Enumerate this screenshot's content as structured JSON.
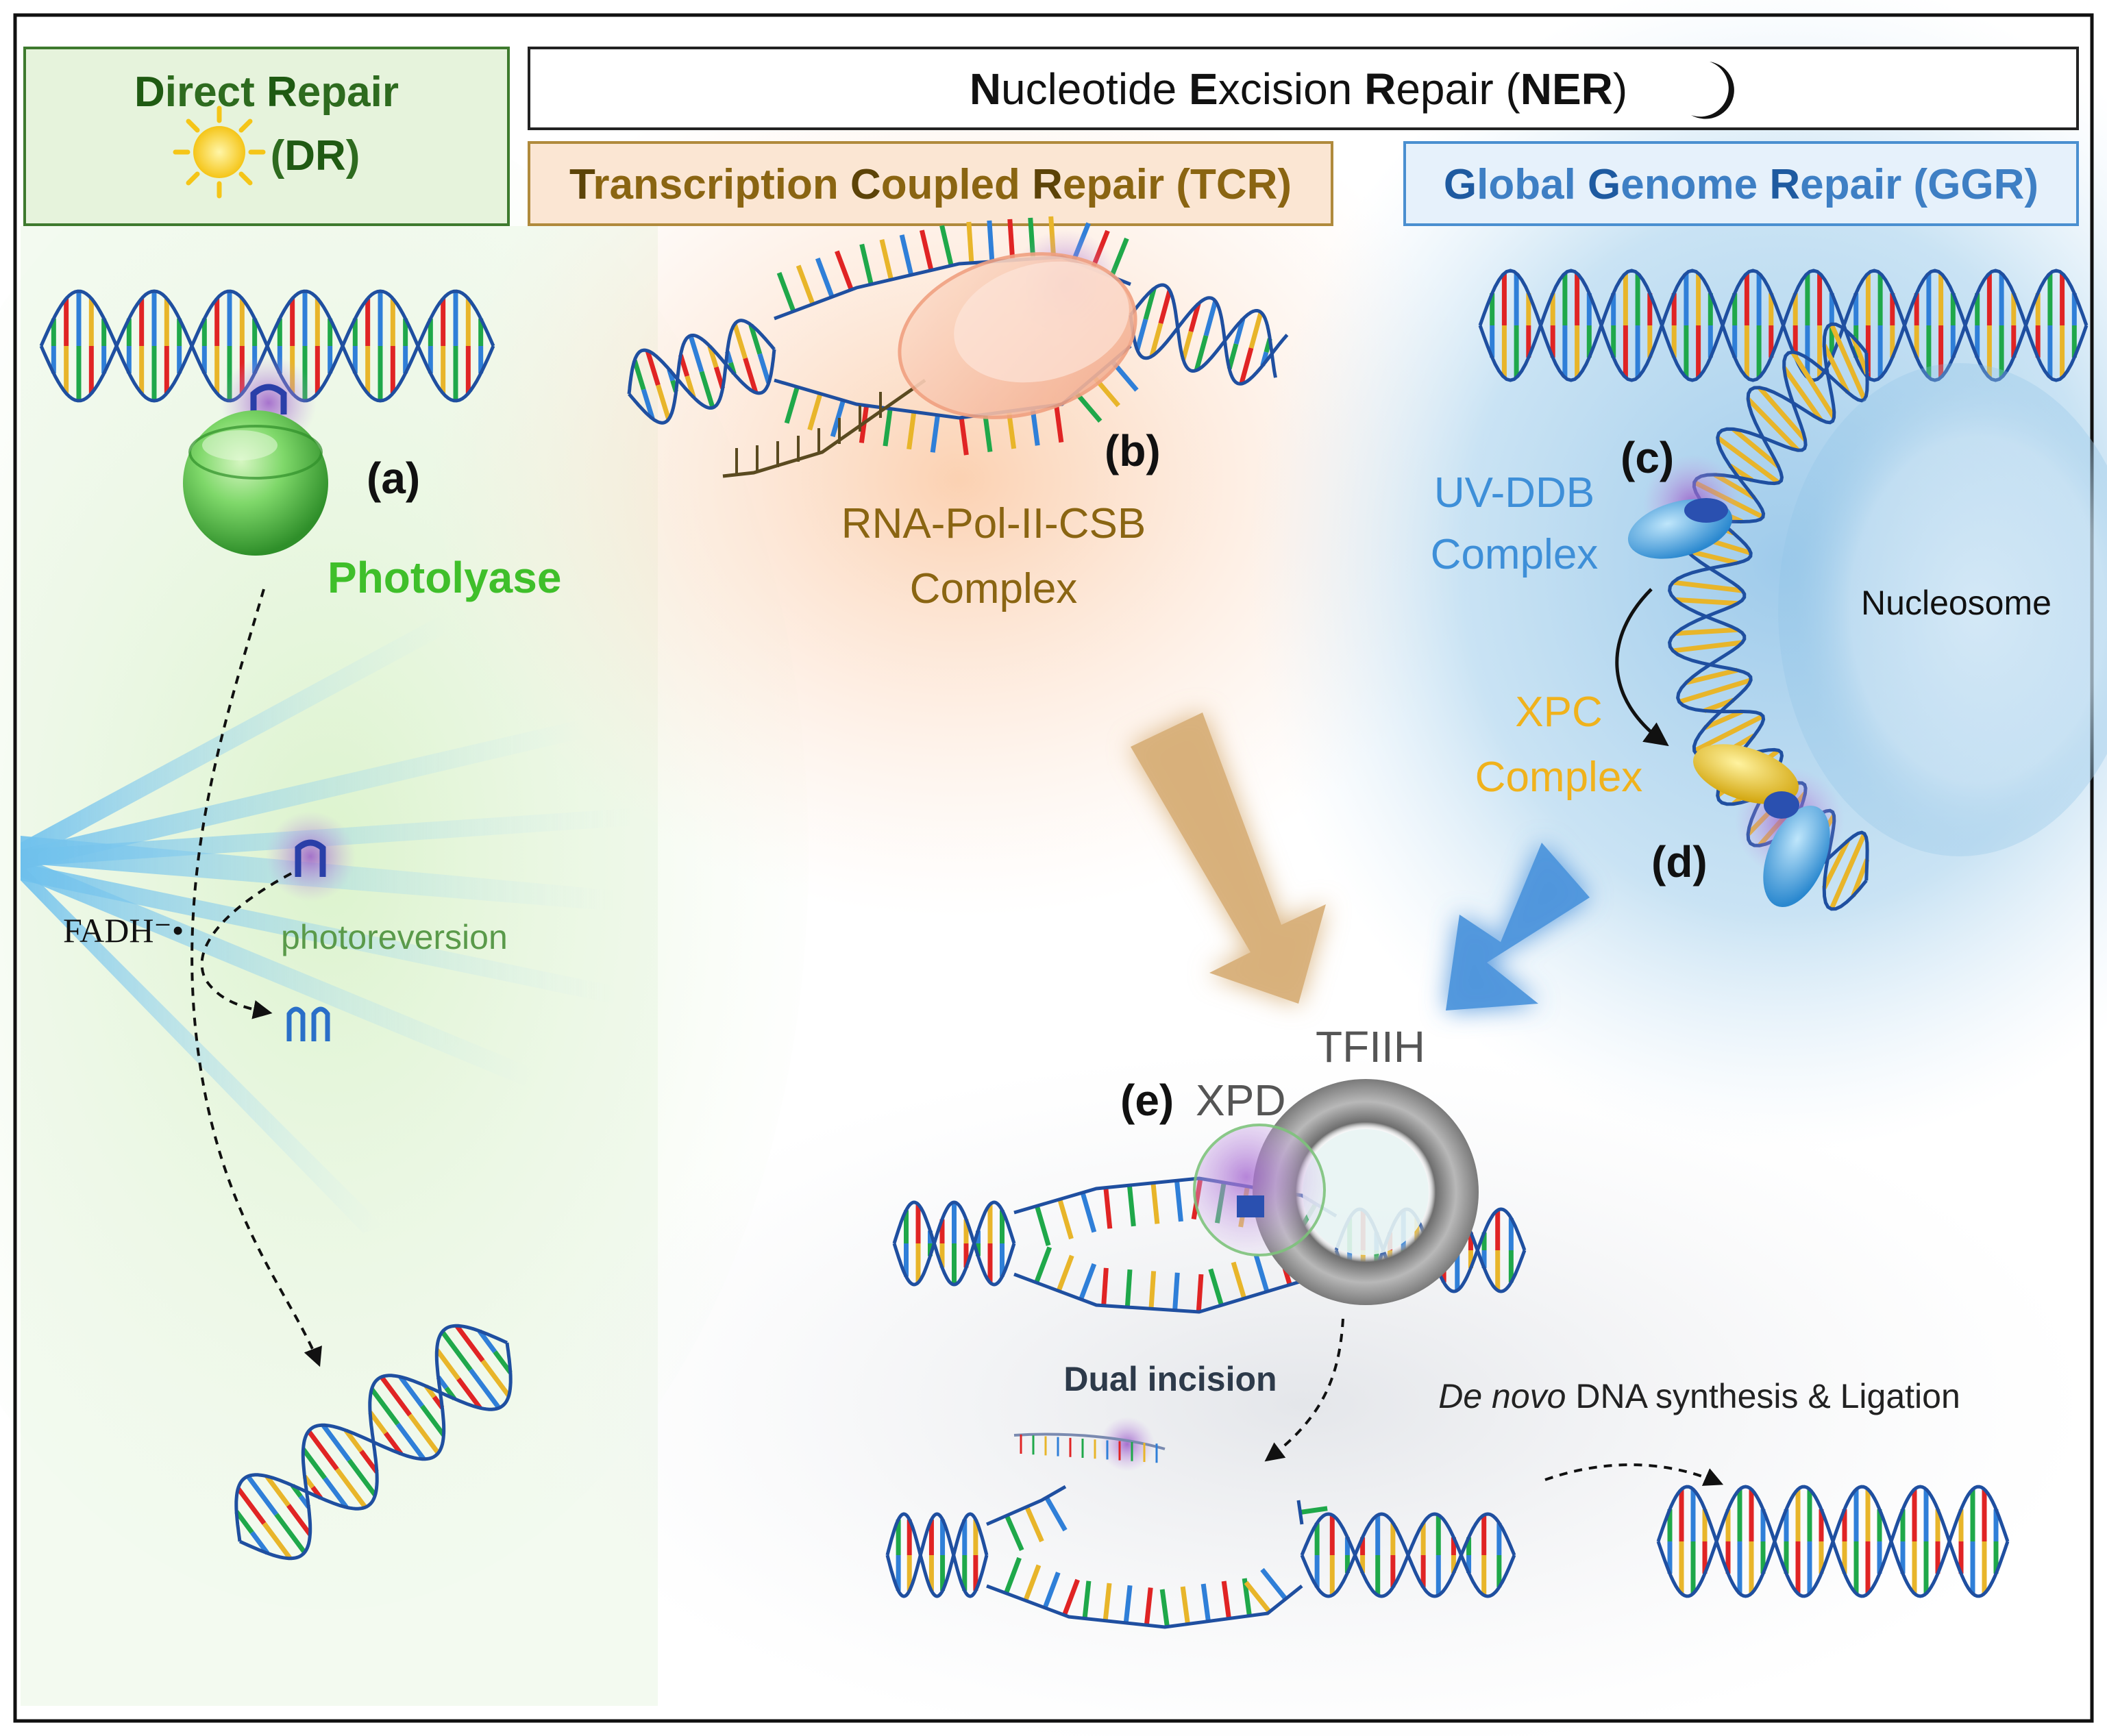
{
  "headers": {
    "dr": {
      "line1": [
        "D",
        "irect ",
        "R",
        "epair"
      ],
      "line2": [
        "(",
        "DR",
        ")"
      ]
    },
    "ner": [
      "N",
      "ucleotide ",
      "E",
      "xcision ",
      "R",
      "epair (",
      "NER",
      ")"
    ],
    "tcr": [
      "T",
      "ranscription ",
      "C",
      "oupled ",
      "R",
      "epair (",
      "TCR",
      ")"
    ],
    "ggr": [
      "G",
      "lobal ",
      "G",
      "enome ",
      "R",
      "epair (",
      "GGR",
      ")"
    ]
  },
  "labels": {
    "a": "(a)",
    "b": "(b)",
    "c": "(c)",
    "d": "(d)",
    "e": "(e)",
    "photolyase": "Photolyase",
    "fadh": "FADH⁻•",
    "photoreversion": "photoreversion",
    "rnapol_line1": "RNA-Pol-II-CSB",
    "rnapol_line2": "Complex",
    "uvddb_line1": "UV-DDB",
    "uvddb_line2": "Complex",
    "nucleosome": "Nucleosome",
    "xpc_line1": "XPC",
    "xpc_line2": "Complex",
    "tfiih": "TFIIH",
    "xpd": "XPD",
    "dual_incision": "Dual incision",
    "denovo_italic": "De novo",
    "denovo_rest": " DNA synthesis & Ligation"
  },
  "colors": {
    "dr_header": "#2e6b1f",
    "dr_first": "#1f5a12",
    "tcr_header": "#8a6512",
    "tcr_first": "#5c4308",
    "ggr_header": "#3e7fc4",
    "ggr_first": "#1e5aa0",
    "ner_header": "#111111",
    "photolyase": "#3fbf2a",
    "rnapol": "#8a6512",
    "uvddb": "#3e8fd8",
    "xpc": "#f0b21c",
    "photoreversion": "#5a9a4a",
    "dna_backbone": "#1f4fa0",
    "base_red": "#e02424",
    "base_green": "#1fa84a",
    "base_yellow": "#e8b52a",
    "base_blue": "#2f7fd8",
    "lesion_glow": "#9a5bc8"
  }
}
